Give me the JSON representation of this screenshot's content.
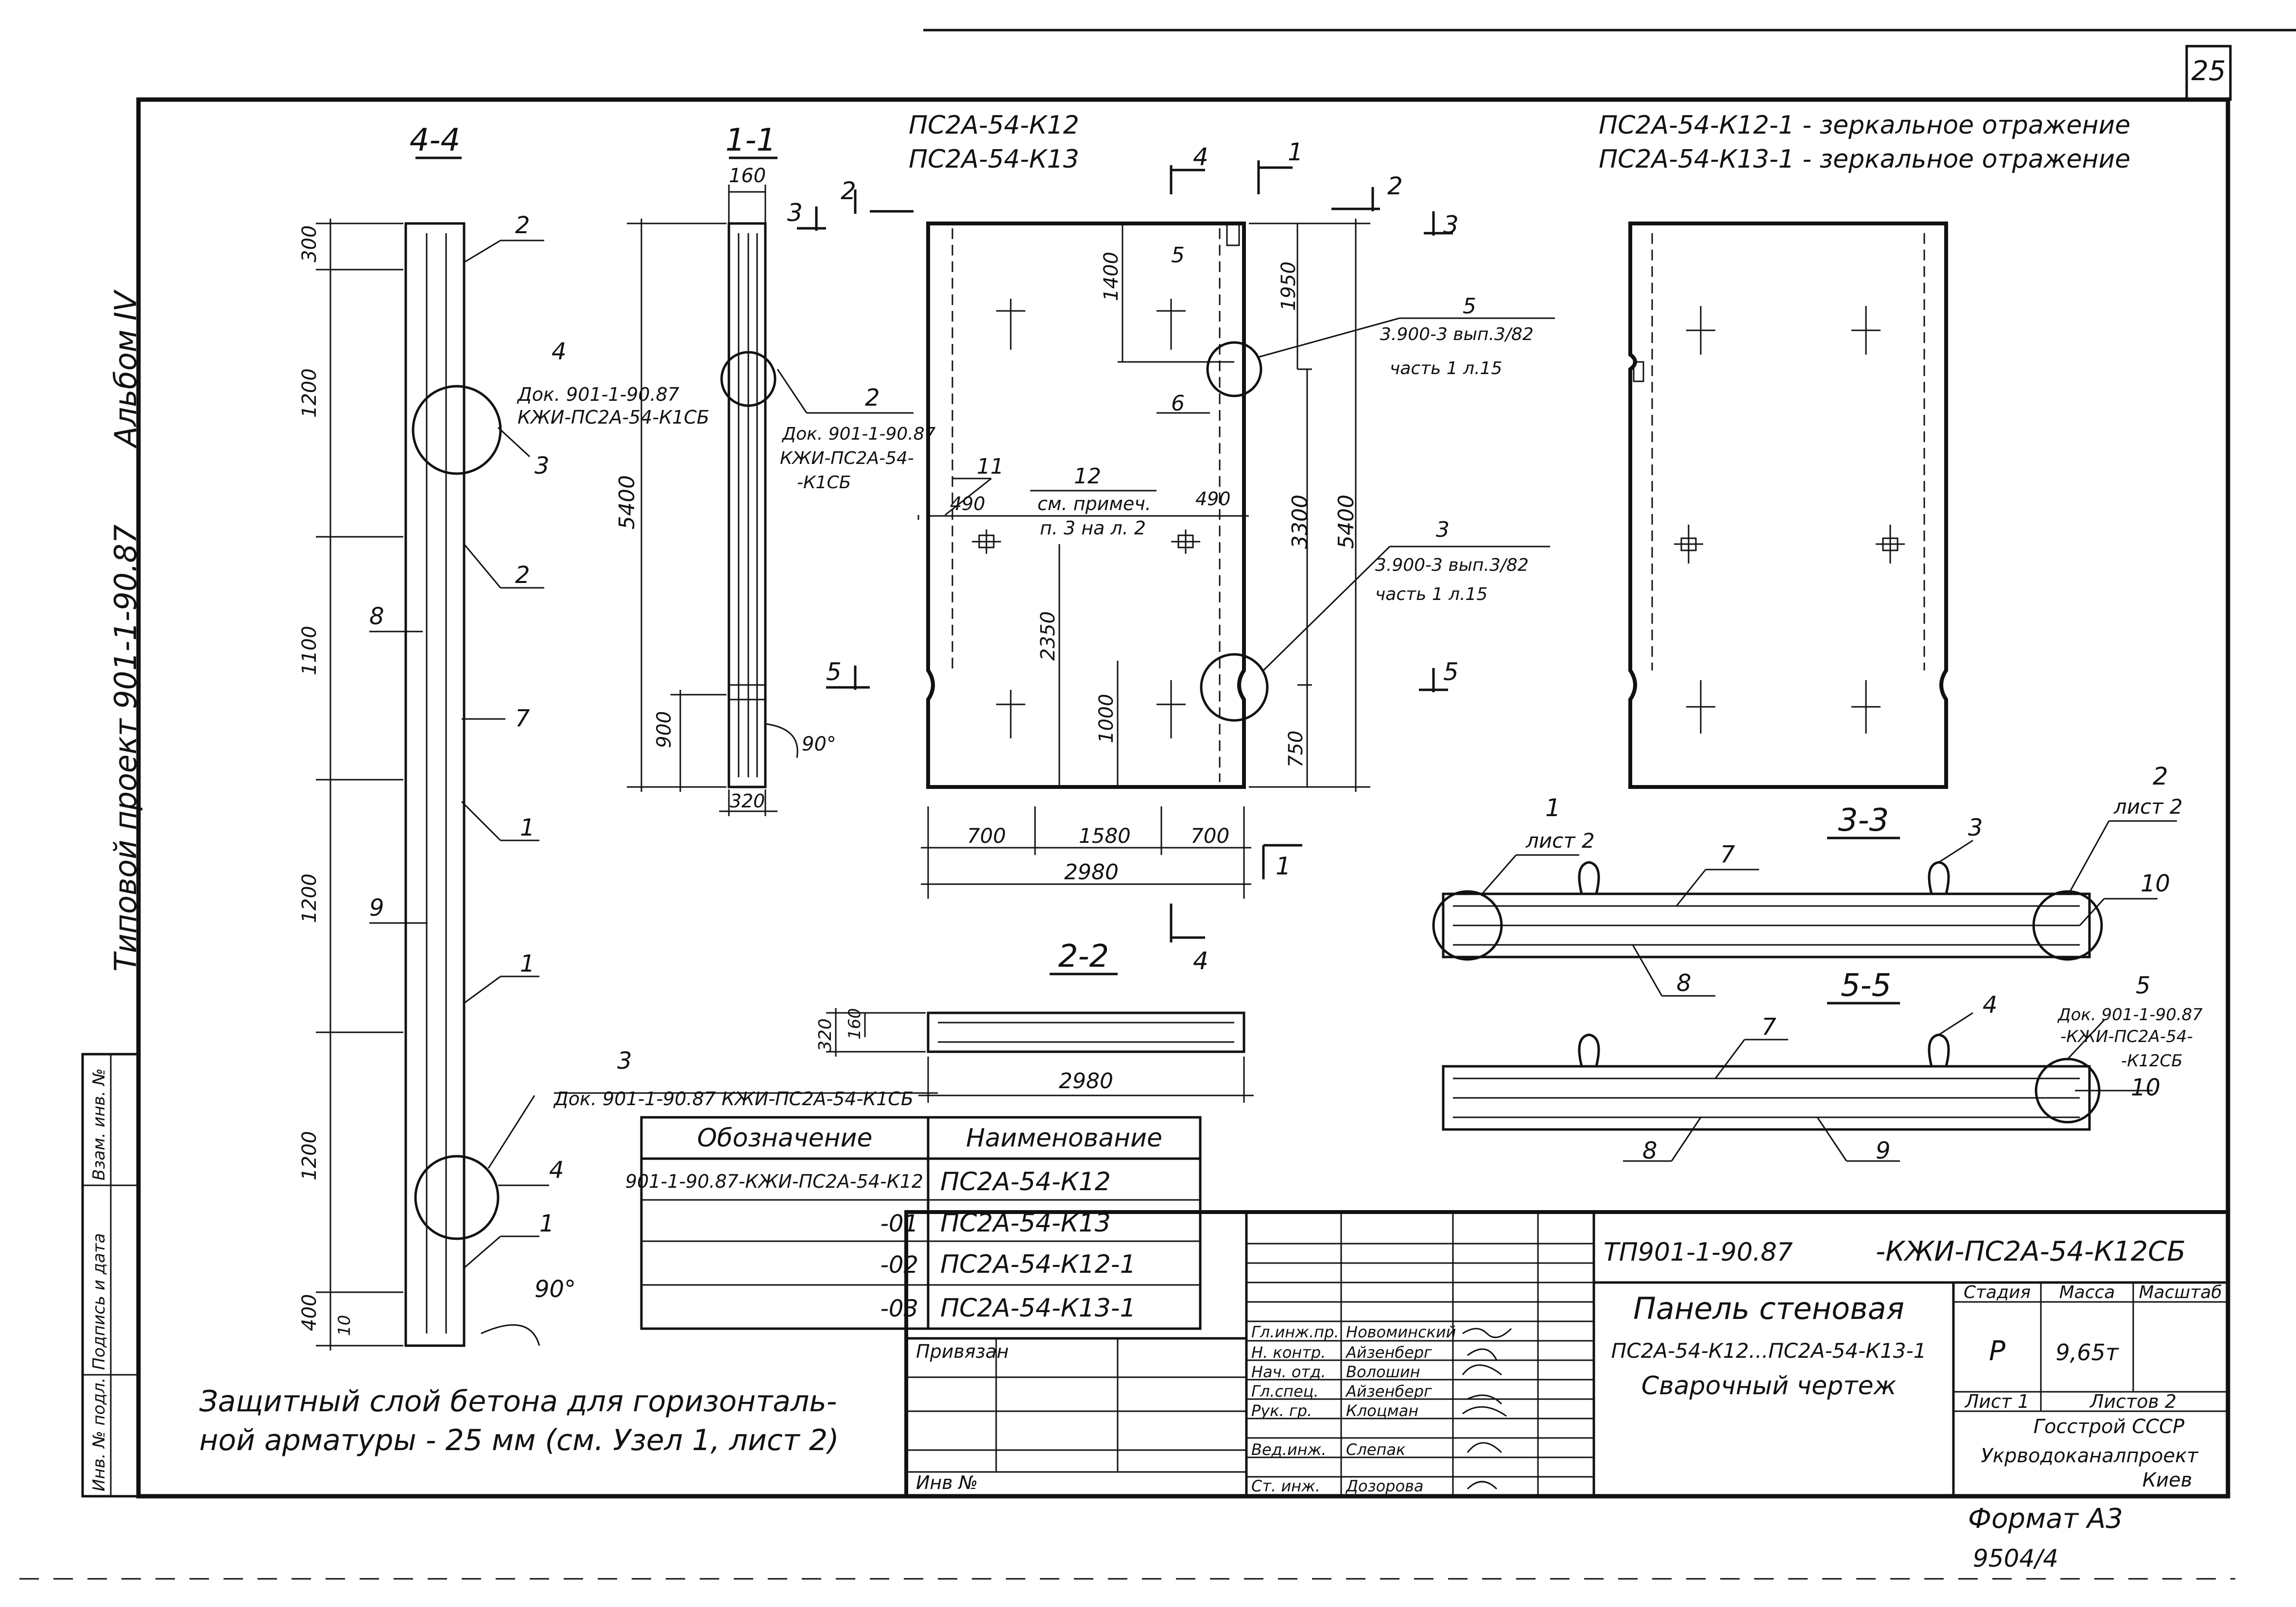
{
  "sheet": {
    "page_number": "25",
    "side_stamp": "Типовой проект 901-1-90.87",
    "album": "Альбом",
    "album_no": "IV",
    "side_columns": [
      "Инв. № подл.",
      "Подпись и дата",
      "Взам. инв. №"
    ],
    "format": "Формат А3",
    "archive_no": "9504/4"
  },
  "header": {
    "marks_line1": "ПС2А-54-К12",
    "marks_line2": "ПС2А-54-К13",
    "mirror_line1": "ПС2А-54-К12-1 - зеркальное отражение",
    "mirror_line2": "ПС2А-54-К13-1 - зеркальное отражение"
  },
  "sections": {
    "s44": "4-4",
    "s11": "1-1",
    "s22": "2-2",
    "s33": "3-3",
    "s55": "5-5"
  },
  "section44": {
    "dims": [
      "300",
      "1200",
      "1100",
      "1200",
      "1200",
      "400",
      "10"
    ],
    "pos": [
      "2",
      "4",
      "3",
      "2",
      "8",
      "7",
      "1",
      "9",
      "1",
      "3",
      "4",
      "1"
    ],
    "angle": "90°",
    "ref_top_1": "Док. 901-1-90.87",
    "ref_top_2": "КЖИ-ПС2А-54-К1СБ",
    "ref_bottom": "Док. 901-1-90.87 КЖИ-ПС2А-54-К1СБ"
  },
  "section11": {
    "dims": [
      "160",
      "5400",
      "900",
      "320"
    ],
    "angle": "90°",
    "pos": "2",
    "ref_1": "Док. 901-1-90.87",
    "ref_2": "КЖИ-ПС2А-54-",
    "ref_3": "-К1СБ"
  },
  "elevation": {
    "dims": [
      "1400",
      "1950",
      "3300",
      "5400",
      "2350",
      "1000",
      "750",
      "700",
      "1580",
      "700",
      "2980",
      "490",
      "490"
    ],
    "pos": [
      "5",
      "6",
      "11",
      "12",
      "5",
      "3"
    ],
    "note_1": "см. примеч.",
    "note_2": "п. 3 на л. 2",
    "ref_a1": "3.900-3 вып.3/82",
    "ref_a2": "часть 1 л.15",
    "ref_b1": "3.900-3 вып.3/82",
    "ref_b2": "часть 1 л.15",
    "cut_marks": [
      "4",
      "1",
      "2",
      "3",
      "2",
      "3",
      "5",
      "5",
      "1",
      "4"
    ]
  },
  "section22": {
    "dims": [
      "320",
      "160",
      "2980"
    ]
  },
  "section33": {
    "pos": [
      "1",
      "2",
      "3",
      "7",
      "8",
      "10"
    ],
    "sheet_ref_left": "лист 2",
    "sheet_ref_right": "лист 2"
  },
  "section55": {
    "pos": [
      "4",
      "5",
      "7",
      "8",
      "9",
      "10"
    ],
    "ref_1": "Док. 901-1-90.87",
    "ref_2": "-КЖИ-ПС2А-54-",
    "ref_3": "-К12СБ"
  },
  "spec_table": {
    "headers": [
      "Обозначение",
      "Наименование"
    ],
    "rows": [
      {
        "code": "901-1-90.87-КЖИ-ПС2А-54-К12",
        "name": "ПС2А-54-К12"
      },
      {
        "code": "-01",
        "name": "ПС2А-54-К13"
      },
      {
        "code": "-02",
        "name": "ПС2А-54-К12-1"
      },
      {
        "code": "-03",
        "name": "ПС2А-54-К13-1"
      }
    ]
  },
  "note": {
    "line1": "Защитный слой бетона для горизонталь-",
    "line2": "ной арматуры - 25 мм (см. Узел 1, лист 2)"
  },
  "title_block": {
    "project_code": "ТП901-1-90.87",
    "doc_code": "-КЖИ-ПС2А-54-К12СБ",
    "title_1": "Панель стеновая",
    "title_2": "ПС2А-54-К12...ПС2А-54-К13-1",
    "title_3": "Сварочный чертеж",
    "stage_label": "Стадия",
    "mass_label": "Масса",
    "scale_label": "Масштаб",
    "stage": "Р",
    "mass": "9,65т",
    "sheet_label": "Лист 1",
    "sheets_label": "Листов 2",
    "org_1": "Госстрой СССР",
    "org_2": "Укрводоканалпроект",
    "org_3": "Киев",
    "bound_label": "Привязан",
    "inv_label": "Инв №",
    "roles": [
      {
        "role": "Гл.инж.пр.",
        "name": "Новоминский"
      },
      {
        "role": "Н. контр.",
        "name": "Айзенберг"
      },
      {
        "role": "Нач. отд.",
        "name": "Волошин"
      },
      {
        "role": "Гл.спец.",
        "name": "Айзенберг"
      },
      {
        "role": "Рук. гр.",
        "name": "Клоцман"
      },
      {
        "role": "Вед.инж.",
        "name": "Слепак"
      },
      {
        "role": "Ст. инж.",
        "name": "Дозорова"
      }
    ]
  }
}
